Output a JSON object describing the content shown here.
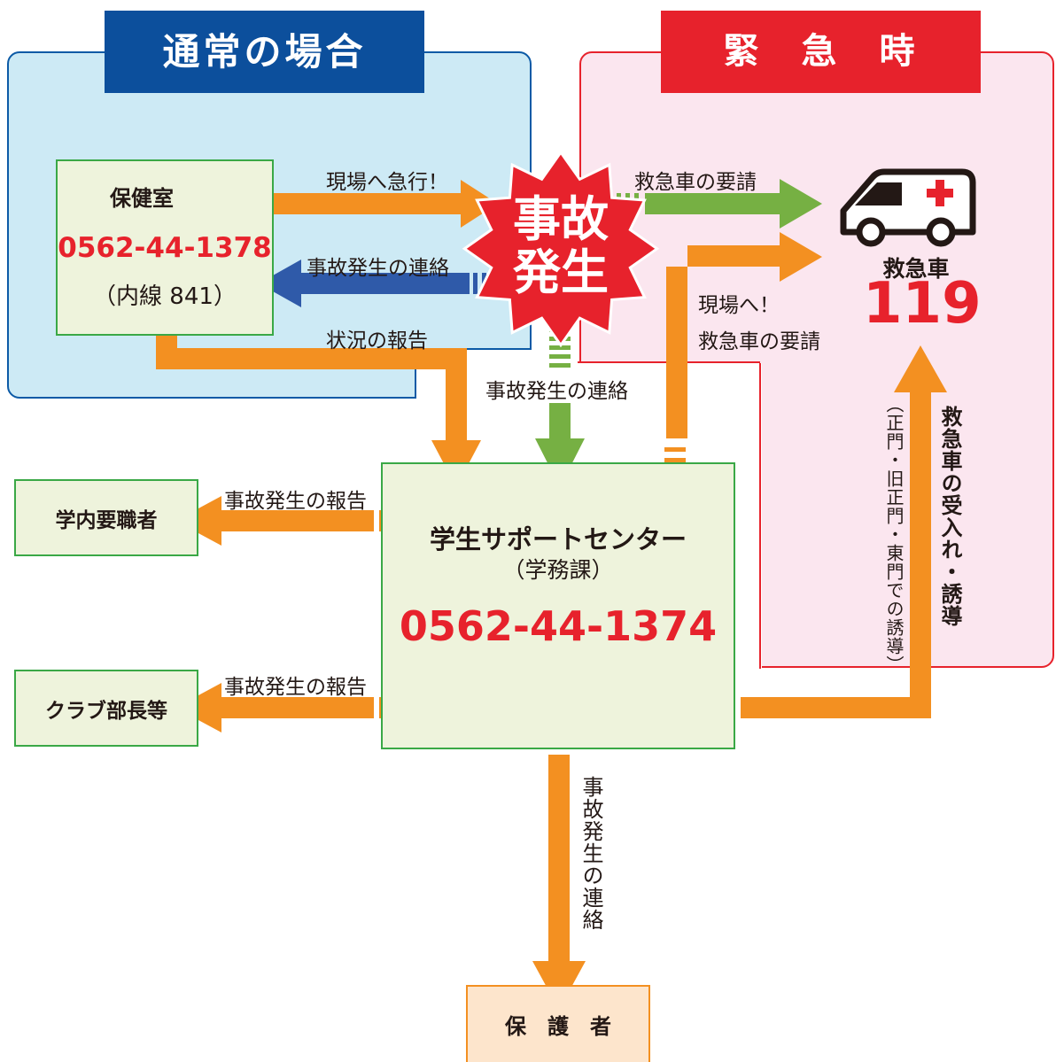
{
  "headers": {
    "normal": "通常の場合",
    "emergency": "緊　急　時"
  },
  "accident": {
    "line1": "事故",
    "line2": "発生"
  },
  "health_room": {
    "title": "保健室",
    "phone": "0562-44-1378",
    "extension": "（内線 841）"
  },
  "ambulance": {
    "label": "救急車",
    "number": "119"
  },
  "center": {
    "title": "学生サポートセンター",
    "subtitle": "（学務課）",
    "phone": "0562-44-1374"
  },
  "staff": {
    "label": "学内要職者"
  },
  "club": {
    "label": "クラブ部長等"
  },
  "guardian": {
    "label": "保　護　者"
  },
  "arrows": {
    "rush": "現場へ急行！",
    "request_ambulance": "救急車の要請",
    "notify_health": "事故発生の連絡",
    "status_report": "状況の報告",
    "notify_center": "事故発生の連絡",
    "to_scene": "現場へ！",
    "to_scene_request": "救急車の要請",
    "report_staff": "事故発生の報告",
    "report_club": "事故発生の報告",
    "notify_guardian": "事故発生の連絡",
    "receive_guide": "救急車の受入れ・誘導",
    "gates_note": "（正門・旧正門・東門での誘導）"
  },
  "colors": {
    "normal_blue": "#0c4f9c",
    "emergency_red": "#e7222c",
    "orange": "#f39021",
    "green": "#76b043",
    "blue_arrow": "#2f5aa9"
  }
}
